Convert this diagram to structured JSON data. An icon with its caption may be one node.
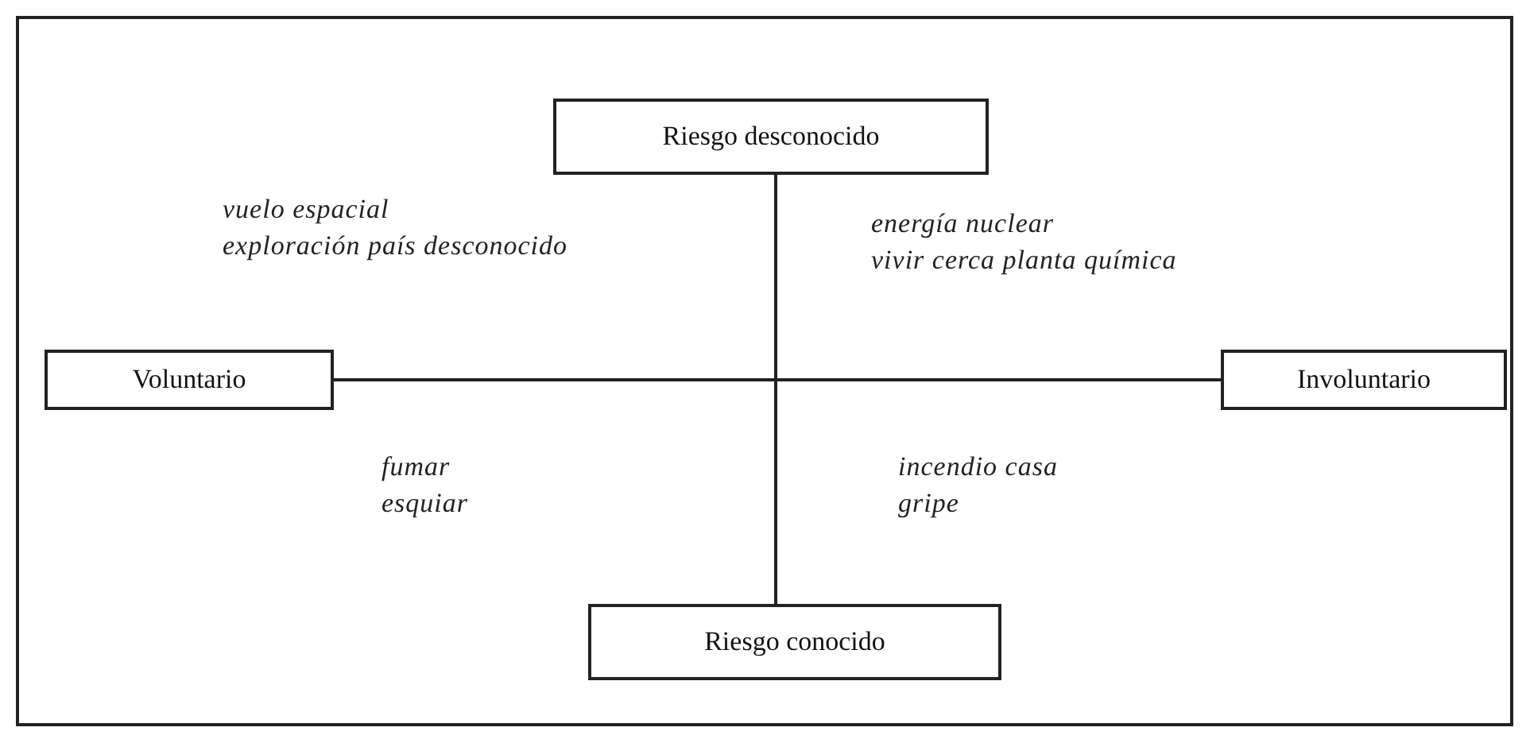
{
  "diagram": {
    "nodes": [
      {
        "text": [
          "Riesgo desconocido"
        ]
      },
      {
        "text": [
          "Voluntario"
        ]
      },
      {
        "text": [
          "Involuntario"
        ]
      },
      {
        "text": [
          "Riesgo conocido"
        ]
      }
    ],
    "edges": [
      {
        "from": 0,
        "to": 3,
        "arrow": "none"
      },
      {
        "from": 1,
        "to": 2,
        "arrow": "none"
      }
    ],
    "labels": [
      "vuelo espacial",
      "exploración país desconocido",
      "energía nuclear",
      "vivir cerca planta química",
      "fumar",
      "esquiar",
      "incendio casa",
      "gripe"
    ]
  }
}
